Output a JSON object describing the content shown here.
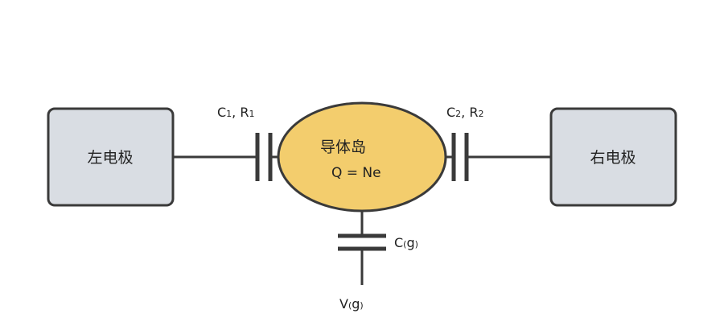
{
  "left_electrode": {
    "label": "左电极"
  },
  "right_electrode": {
    "label": "右电极"
  },
  "island": {
    "title": "导体岛",
    "charge": "Q = Ne"
  },
  "junction_left": {
    "label_main": "C",
    "label_sub1": "1",
    "label_sep": ", R",
    "label_sub2": "1"
  },
  "junction_right": {
    "label_main": "C",
    "label_sub1": "2",
    "label_sep": ", R",
    "label_sub2": "2"
  },
  "gate_capacitor": {
    "main": "C",
    "sub_open": "(",
    "var": "g",
    "sub_close": ")"
  },
  "gate_voltage": {
    "main": "V",
    "sub_open": "(",
    "var": "g",
    "sub_close": ")"
  },
  "colors": {
    "electrode_fill": "#d9dde3",
    "island_fill": "#f3cd6d",
    "stroke": "#3a3a3a"
  }
}
